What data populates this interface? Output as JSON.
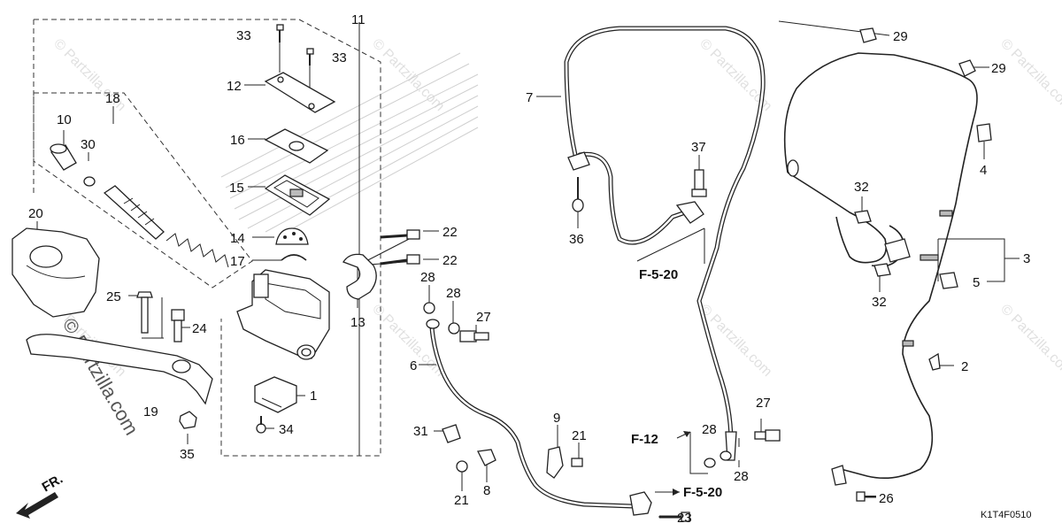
{
  "callouts": {
    "p1": "1",
    "p2": "2",
    "p3": "3",
    "p4": "4",
    "p5": "5",
    "p6": "6",
    "p7": "7",
    "p8": "8",
    "p9": "9",
    "p10": "10",
    "p11": "11",
    "p12": "12",
    "p13": "13",
    "p14": "14",
    "p15": "15",
    "p16": "16",
    "p17": "17",
    "p18": "18",
    "p19": "19",
    "p20": "20",
    "p21a": "21",
    "p21b": "21",
    "p22a": "22",
    "p22b": "22",
    "p23": "23",
    "p24": "24",
    "p25": "25",
    "p26": "26",
    "p27a": "27",
    "p27b": "27",
    "p28a": "28",
    "p28b": "28",
    "p28c": "28",
    "p28d": "28",
    "p29a": "29",
    "p29b": "29",
    "p30": "30",
    "p31": "31",
    "p32a": "32",
    "p32b": "32",
    "p33a": "33",
    "p33b": "33",
    "p34": "34",
    "p35": "35",
    "p36": "36",
    "p37": "37"
  },
  "refs": {
    "f520_top": "F-5-20",
    "f520_bottom": "F-5-20",
    "f12": "F-12"
  },
  "front_label": "FR.",
  "diagram_code": "K1T4F0510",
  "watermark": "© Partzilla.com"
}
